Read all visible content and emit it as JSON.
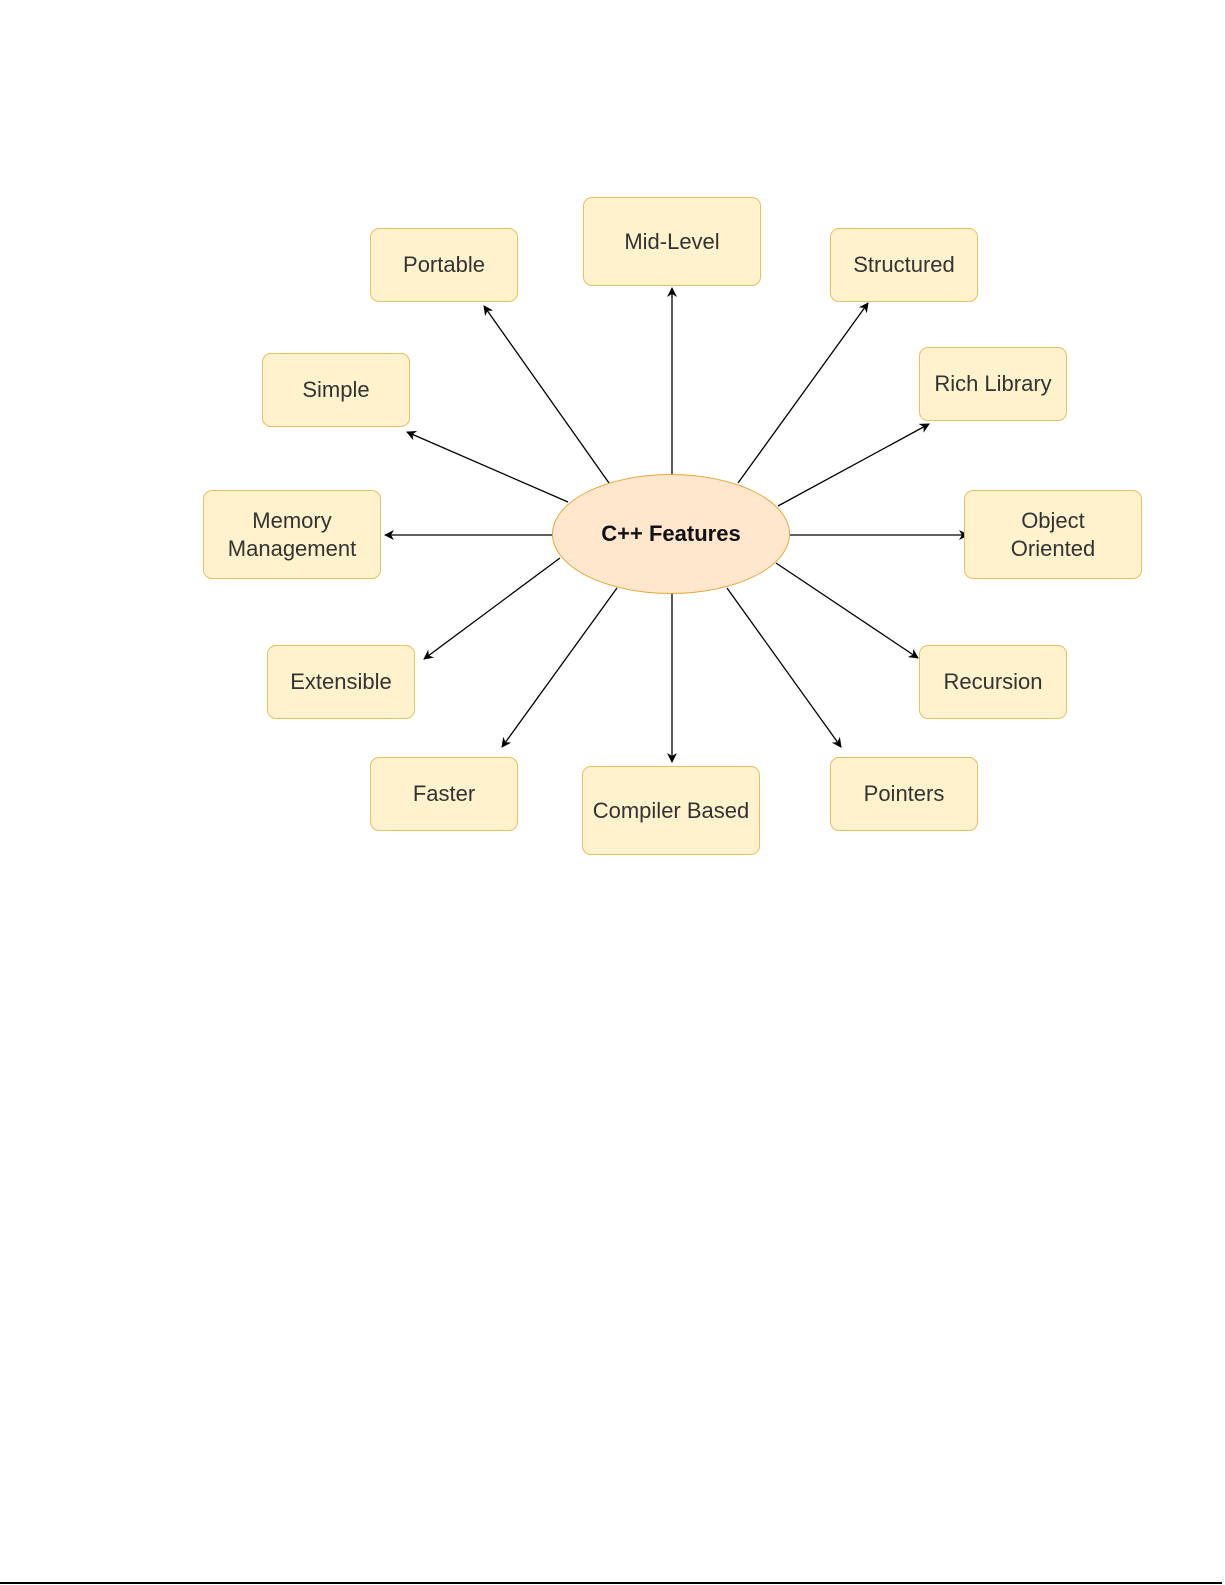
{
  "diagram": {
    "center": "C++ Features",
    "nodes": [
      {
        "id": "portable",
        "label": "Portable"
      },
      {
        "id": "mid-level",
        "label": "Mid-Level"
      },
      {
        "id": "structured",
        "label": "Structured"
      },
      {
        "id": "rich-library",
        "label": "Rich Library"
      },
      {
        "id": "object-oriented",
        "label": "Object\nOriented"
      },
      {
        "id": "recursion",
        "label": "Recursion"
      },
      {
        "id": "pointers",
        "label": "Pointers"
      },
      {
        "id": "compiler-based",
        "label": "Compiler Based"
      },
      {
        "id": "faster",
        "label": "Faster"
      },
      {
        "id": "extensible",
        "label": "Extensible"
      },
      {
        "id": "memory-management",
        "label": "Memory\nManagement"
      },
      {
        "id": "simple",
        "label": "Simple"
      }
    ],
    "colors": {
      "node_fill": "#fff2cc",
      "node_border": "#e6c162",
      "center_fill": "#ffe6cc",
      "center_border": "#e0a93a"
    }
  }
}
